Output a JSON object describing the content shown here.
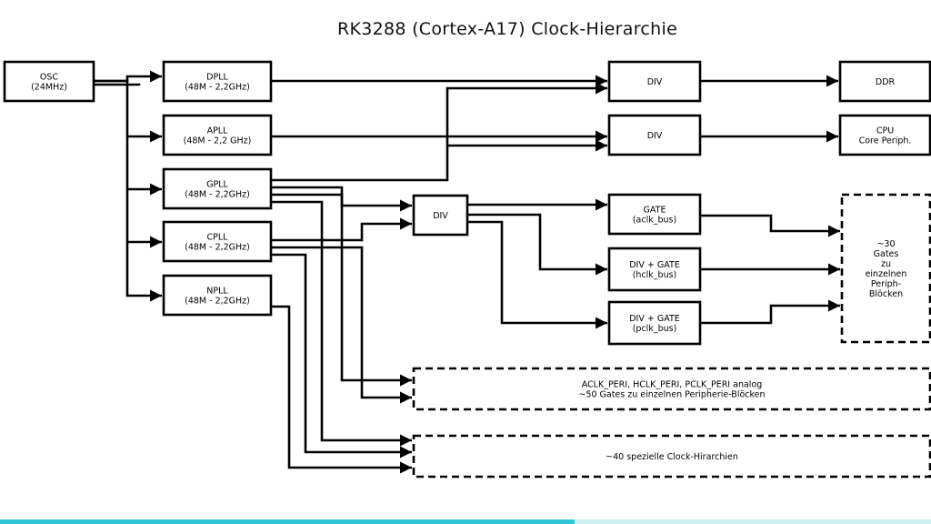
{
  "title": "RK3288 (Cortex-A17) Clock-Hierarchie",
  "nodes": {
    "osc": {
      "lines": [
        "OSC",
        "(24MHz)"
      ]
    },
    "dpll": {
      "lines": [
        "DPLL",
        "(48M - 2,2GHz)"
      ]
    },
    "apll": {
      "lines": [
        "APLL",
        "(48M - 2,2 GHz)"
      ]
    },
    "gpll": {
      "lines": [
        "GPLL",
        "(48M - 2,2GHz)"
      ]
    },
    "cpll": {
      "lines": [
        "CPLL",
        "(48M - 2,2GHz)"
      ]
    },
    "npll": {
      "lines": [
        "NPLL",
        "(48M - 2,2GHz)"
      ]
    },
    "div_mid": {
      "lines": [
        "DIV"
      ]
    },
    "div_ddr": {
      "lines": [
        "DIV"
      ]
    },
    "div_cpu": {
      "lines": [
        "DIV"
      ]
    },
    "gate_aclk": {
      "lines": [
        "GATE",
        "(aclk_bus)"
      ]
    },
    "gate_hclk": {
      "lines": [
        "DIV + GATE",
        "(hclk_bus)"
      ]
    },
    "gate_pclk": {
      "lines": [
        "DIV + GATE",
        "(pclk_bus)"
      ]
    },
    "ddr": {
      "lines": [
        "DDR"
      ]
    },
    "cpu": {
      "lines": [
        "CPU",
        "Core Periph."
      ]
    },
    "gates30": {
      "lines": [
        "~30",
        "Gates",
        "zu",
        "einzelnen",
        "Periph-",
        "Blöcken"
      ]
    },
    "peri": {
      "lines": [
        "ACLK_PERI, HCLK_PERI, PCLK_PERI analog",
        "~50 Gates zu einzelnen Peripherie-Blöcken"
      ]
    },
    "special": {
      "lines": [
        "~40 spezielle Clock-Hirarchien"
      ]
    }
  },
  "player": {
    "progress": 0.617
  }
}
